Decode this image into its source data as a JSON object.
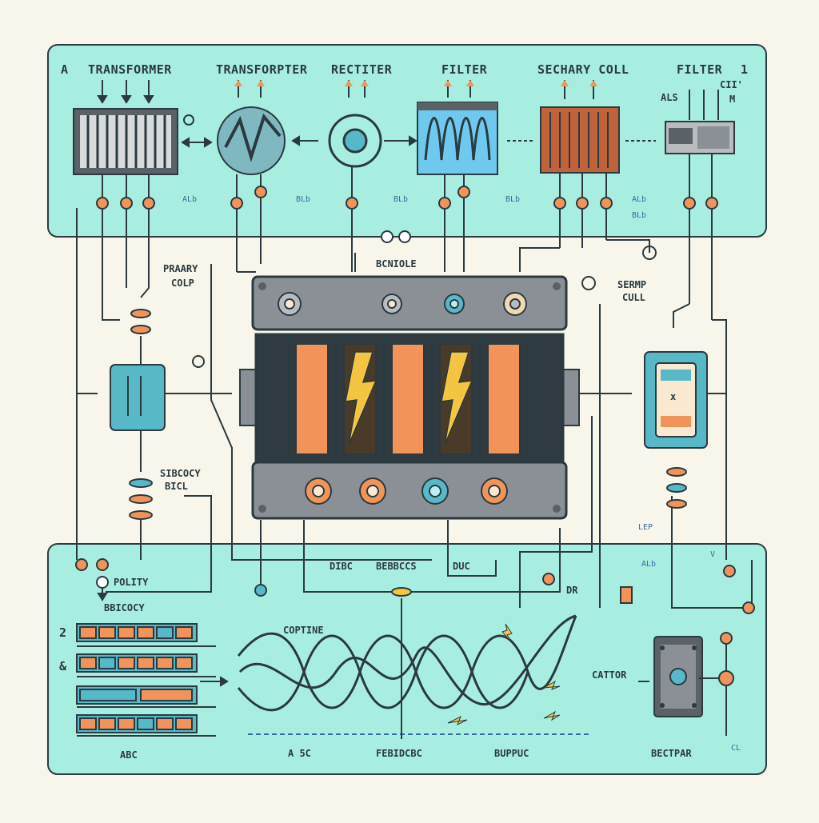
{
  "colors": {
    "background": "#f8f6ea",
    "panel": "#a8eee0",
    "line": "#2a3a40",
    "orange": "#f2935a",
    "blue": "#57b8c8",
    "yellow": "#f5c542",
    "steel": "#8a9096"
  },
  "top_panel": {
    "corner_left": "A",
    "corner_right": "1",
    "labels": [
      "TRANSFORMER",
      "TRANSFORPTER",
      "RECTITER",
      "FILTER",
      "SECHARY COLL",
      "FILTER"
    ],
    "small_right": [
      "CII'",
      "ALS",
      "M"
    ],
    "tick_labels": [
      "ALb",
      "BLb",
      "BLb",
      "BLb",
      "ALb",
      "BLb"
    ],
    "connector_label": "BCNIOLE"
  },
  "middle": {
    "left_top": [
      "PRAARY",
      "COLP"
    ],
    "right_top": [
      "SERMP",
      "CULL"
    ],
    "left_bottom": [
      "SIBCOCY",
      "BICL"
    ],
    "right_bottom": "LEP"
  },
  "bottom_panel": {
    "corner_left_a": "2",
    "corner_left_b": "&",
    "polity": "POLITY",
    "bus_label": "BBICOCY",
    "center_labels": [
      "DIBC",
      "BEBBCCS",
      "DUC"
    ],
    "dr": "DR",
    "wave_label": "COPTINE",
    "bottom_labels": [
      "ABC",
      "A 5C",
      "FEBIDCBC",
      "BUPPUC",
      "BECTPAR"
    ],
    "cattor": "CATTOR",
    "right_small": [
      "ALb",
      "V",
      "CL"
    ]
  }
}
